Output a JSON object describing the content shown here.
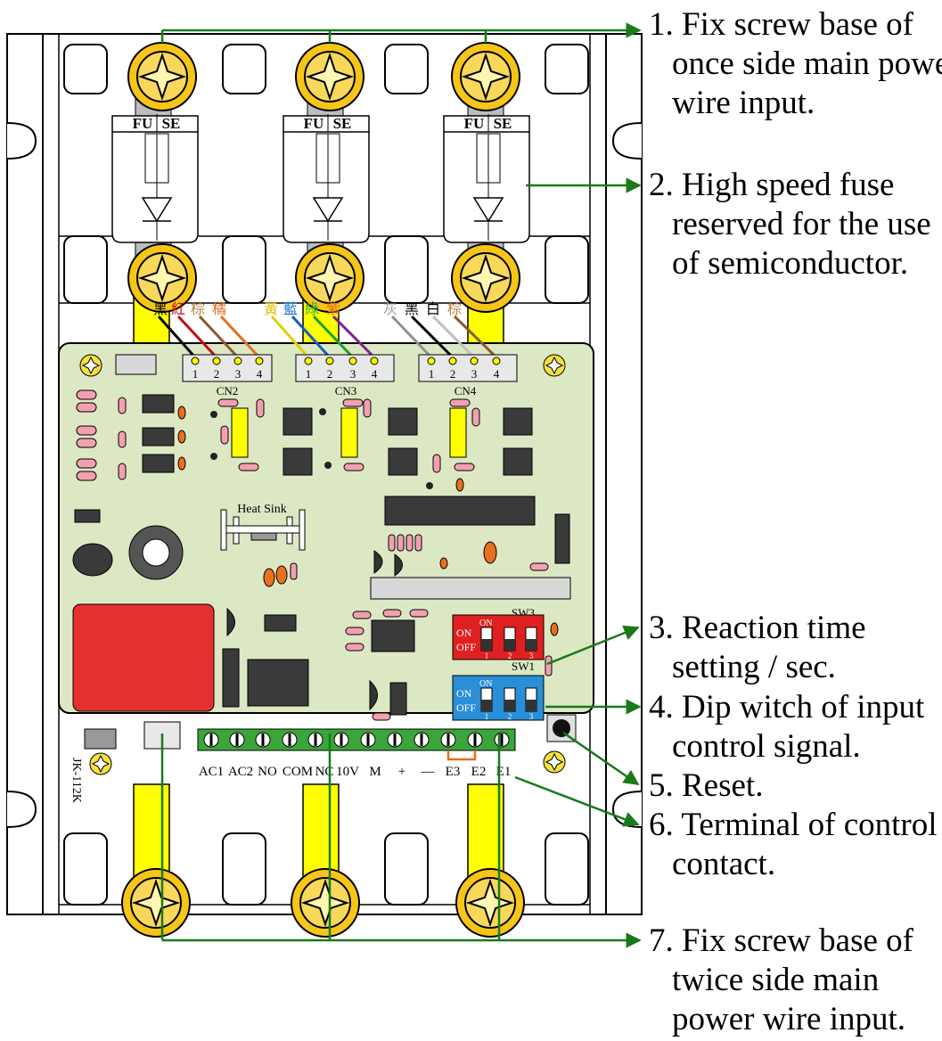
{
  "fuse_label_left": "FU",
  "fuse_label_right": "SE",
  "board_model": "JK-112K",
  "heat_sink": "Heat Sink",
  "connectors": {
    "cn2": {
      "name": "CN2",
      "pins": [
        "1",
        "2",
        "3",
        "4"
      ],
      "wire_chars": [
        "黑",
        "紅",
        "棕",
        "橘"
      ]
    },
    "cn3": {
      "name": "CN3",
      "pins": [
        "1",
        "2",
        "3",
        "4"
      ],
      "wire_chars": [
        "黃",
        "藍",
        "綠",
        "紫"
      ]
    },
    "cn4": {
      "name": "CN4",
      "pins": [
        "1",
        "2",
        "3",
        "4"
      ],
      "wire_chars": [
        "灰",
        "黑",
        "白",
        "棕"
      ]
    }
  },
  "switches": {
    "sw3": {
      "name": "SW3",
      "on": "ON",
      "off": "OFF",
      "on_small": "ON",
      "nums": [
        "1",
        "2",
        "3"
      ],
      "color": "#e02020"
    },
    "sw1": {
      "name": "SW1",
      "on": "ON",
      "off": "OFF",
      "on_small": "ON",
      "nums": [
        "1",
        "2",
        "3"
      ],
      "color": "#2a8fd6"
    }
  },
  "terminals": [
    "AC1",
    "AC2",
    "NO",
    "COM",
    "NC",
    "10V",
    "M",
    "+",
    "—",
    "E3",
    "E2",
    "E1"
  ],
  "colors": {
    "pcb": "#dce8c4",
    "yellow": "#ffff00",
    "screw": "#f5c518",
    "arrow": "#1a7a1a",
    "terminal": "#3aa63a",
    "relay": "#e53030"
  },
  "callouts": [
    {
      "num": "1.",
      "lines": [
        "Fix screw base of",
        "once side main power",
        "wire input."
      ]
    },
    {
      "num": "2.",
      "lines": [
        "High speed fuse",
        "reserved for the use",
        "of semiconductor."
      ]
    },
    {
      "num": "3.",
      "lines": [
        "Reaction time",
        "setting / sec."
      ]
    },
    {
      "num": "4.",
      "lines": [
        "Dip witch of input",
        "control signal."
      ]
    },
    {
      "num": "5.",
      "lines": [
        "Reset."
      ]
    },
    {
      "num": "6.",
      "lines": [
        "Terminal of control",
        "contact."
      ]
    },
    {
      "num": "7.",
      "lines": [
        "Fix screw base of",
        "twice side main",
        "power wire input."
      ]
    }
  ]
}
